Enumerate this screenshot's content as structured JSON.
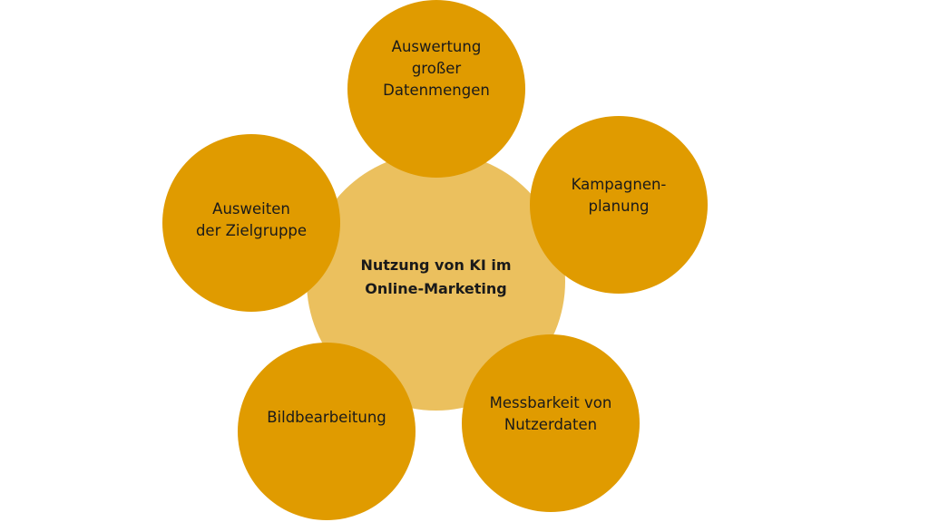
{
  "colors": {
    "center_fill": "#EBC05E",
    "petal_fill": "#E09B00",
    "text": "#1a1a1a",
    "background": "#ffffff"
  },
  "center": {
    "label": "Nutzung von KI im\nOnline-Marketing"
  },
  "petals": [
    {
      "id": "top",
      "label": "Auswertung\ngroßer Datenmengen"
    },
    {
      "id": "right",
      "label": "Kampagnen-\nplanung"
    },
    {
      "id": "bottom-right",
      "label": "Messbarkeit von\nNutzerdaten"
    },
    {
      "id": "bottom-left",
      "label": "Bildbearbeitung"
    },
    {
      "id": "left",
      "label": "Ausweiten\nder Zielgruppe"
    }
  ]
}
